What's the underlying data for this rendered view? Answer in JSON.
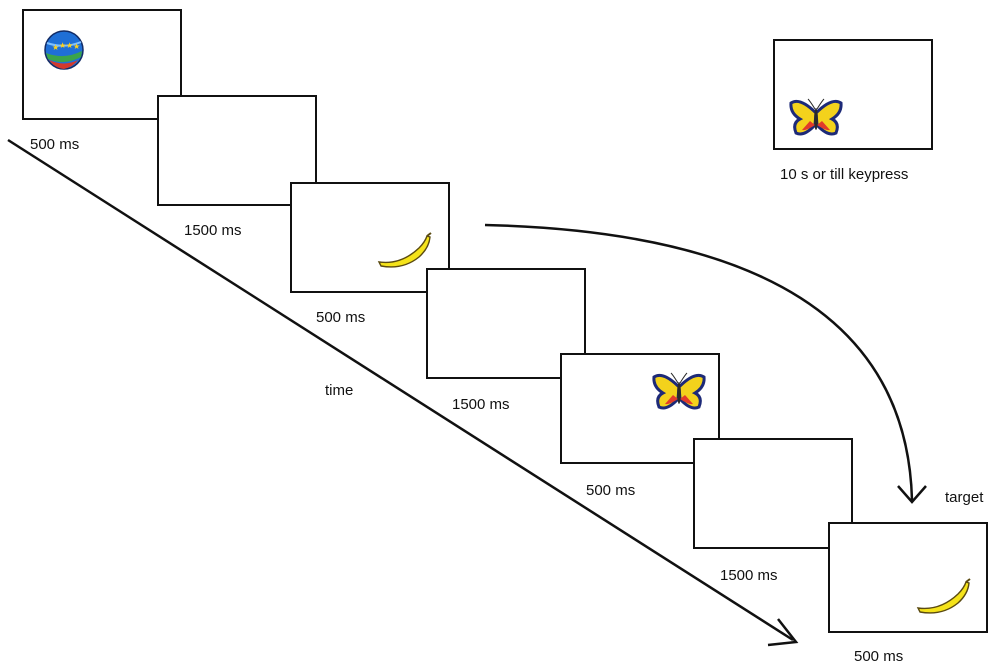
{
  "sequence": [
    {
      "duration": "500 ms",
      "stimulus": "ball"
    },
    {
      "duration": "1500 ms",
      "stimulus": "blank"
    },
    {
      "duration": "500 ms",
      "stimulus": "banana"
    },
    {
      "duration": "1500 ms",
      "stimulus": "blank"
    },
    {
      "duration": "500 ms",
      "stimulus": "butterfly"
    },
    {
      "duration": "1500 ms",
      "stimulus": "blank"
    },
    {
      "duration": "500 ms",
      "stimulus": "banana"
    }
  ],
  "cue": {
    "duration": "10 s or till keypress",
    "stimulus": "butterfly"
  },
  "time_label": "time",
  "target_label": "target",
  "colors": {
    "ink": "#111111",
    "banana": "#f5e31a",
    "butterfly_wing": "#f3d21c",
    "butterfly_edge": "#1d2a78",
    "ball": "#1f6fd6"
  }
}
